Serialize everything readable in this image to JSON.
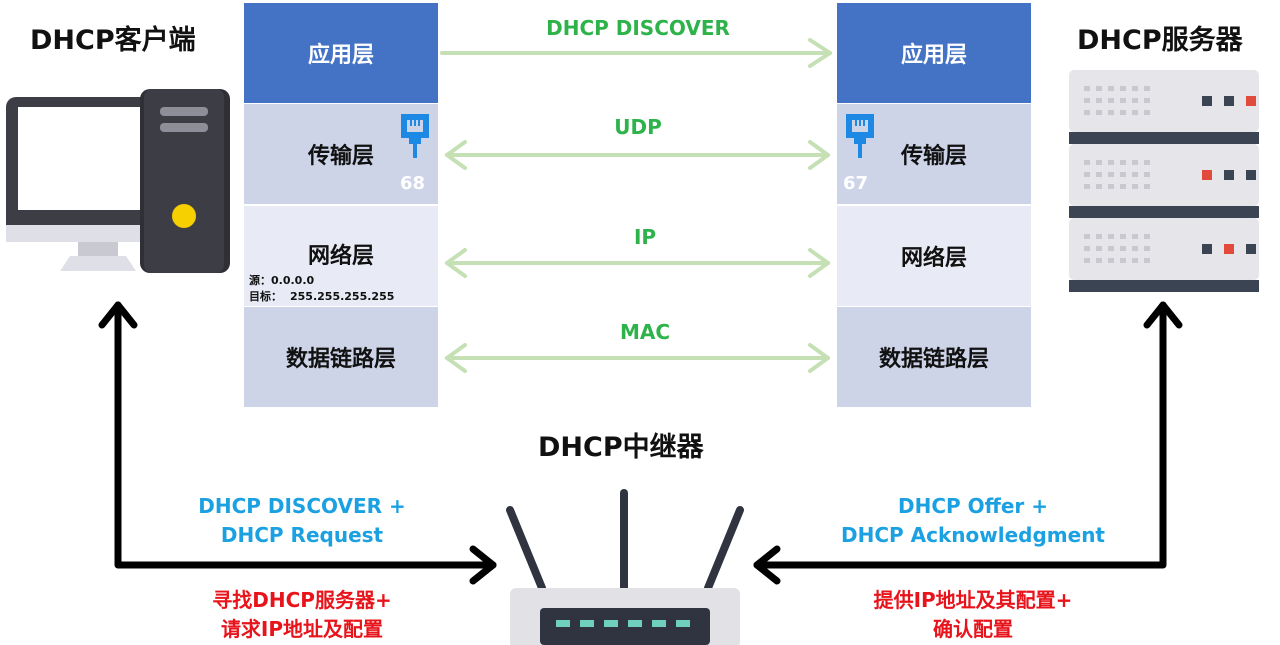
{
  "client": {
    "title": "DHCP客户端"
  },
  "server": {
    "title": "DHCP服务器"
  },
  "relay": {
    "title": "DHCP中继器"
  },
  "client_stack": {
    "app": "应用层",
    "transport": "传输层",
    "transport_port": "68",
    "network": "网络层",
    "link": "数据链路层",
    "src_label": "源：",
    "src_value": "0.0.0.0",
    "dst_label": "目标：",
    "dst_value": "255.255.255.255"
  },
  "server_stack": {
    "app": "应用层",
    "transport": "传输层",
    "transport_port": "67",
    "network": "网络层",
    "link": "数据链路层"
  },
  "protocols": {
    "app": "DHCP DISCOVER",
    "transport": "UDP",
    "network": "IP",
    "link": "MAC"
  },
  "left_flow": {
    "line1": "DHCP DISCOVER +",
    "line2": "DHCP Request",
    "desc1": "寻找DHCP服务器+",
    "desc2": "请求IP地址及配置"
  },
  "right_flow": {
    "line1": "DHCP Offer +",
    "line2": "DHCP Acknowledgment",
    "desc1": "提供IP地址及其配置+",
    "desc2": "确认配置"
  },
  "colors": {
    "app_layer": "#4472c4",
    "layer_dark": "#cdd4e8",
    "layer_light": "#e8ebf5",
    "protocol_green": "#2db34a",
    "arrow_green": "#c5e0b4",
    "flow_blue": "#1ba1e2",
    "flow_red": "#e8141b"
  }
}
